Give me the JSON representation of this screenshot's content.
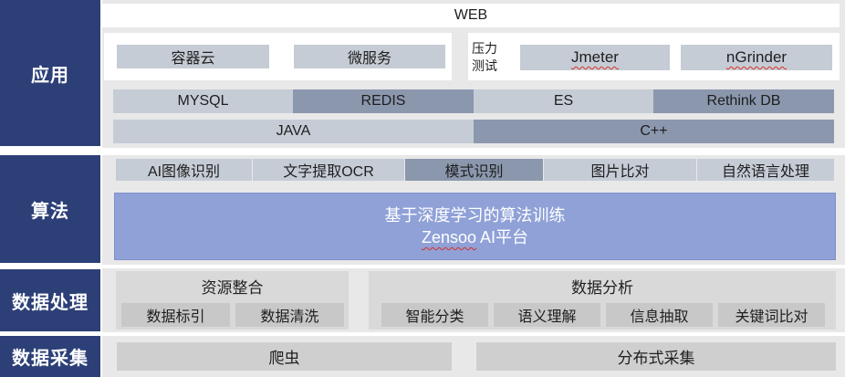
{
  "layers": {
    "application": "应用",
    "algorithm": "算法",
    "data_processing": "数据处理",
    "data_collection": "数据采集"
  },
  "application": {
    "web": "WEB",
    "cloud_items": [
      "容器云",
      "微服务"
    ],
    "pressure_test_label": "压力\n测试",
    "pressure_tools": [
      "Jmeter",
      "nGrinder"
    ],
    "databases": [
      "MYSQL",
      "REDIS",
      "ES",
      "Rethink DB"
    ],
    "languages": [
      "JAVA",
      "C++"
    ]
  },
  "algorithm": {
    "items": [
      "AI图像识别",
      "文字提取OCR",
      "模式识别",
      "图片比对",
      "自然语言处理"
    ],
    "platform_line1": "基于深度学习的算法训练",
    "platform_line2_word": "Zensoo",
    "platform_line2_rest": " AI平台"
  },
  "data_processing": {
    "integration_title": "资源整合",
    "integration_items": [
      "数据标引",
      "数据清洗"
    ],
    "analysis_title": "数据分析",
    "analysis_items": [
      "智能分类",
      "语义理解",
      "信息抽取",
      "关键词比对"
    ]
  },
  "data_collection": {
    "items": [
      "爬虫",
      "分布式采集"
    ]
  },
  "colors": {
    "sidebar": "#2c3f77",
    "platform": "#8fa1d7",
    "spellcheck_underline": "#d93025"
  }
}
